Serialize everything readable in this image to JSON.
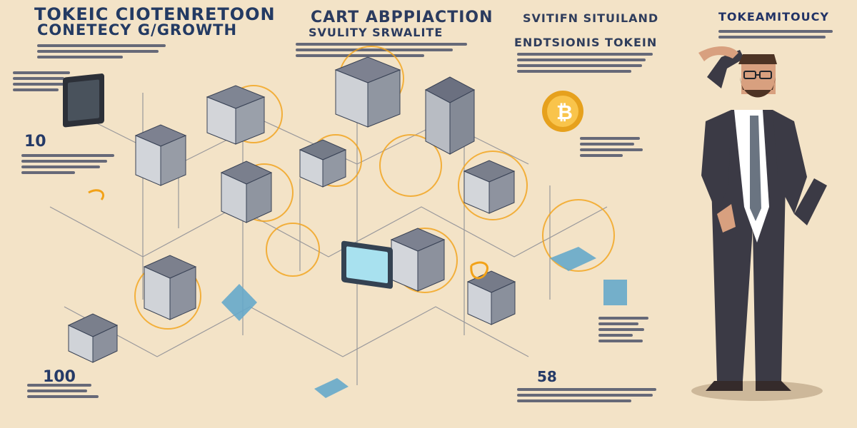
{
  "header": {
    "left_title_line1": "TOKEIC CIOTENRETOON",
    "left_title_line2": "CONETECY G/GROWTH",
    "center_title": "CART ABPPIACTION",
    "center_subtitle": "SVULITY SRWALITE",
    "right_title_line1": "SVITIFN SITUILAND",
    "right_title_line2": "ENDTSIONIS TOKEIN",
    "far_right_title": "TOKEAMITOUCY"
  },
  "numbers": {
    "left_top": "10",
    "left_bottom": "100",
    "right_bottom": "58"
  },
  "icons": {
    "bitcoin": "bitcoin-coin-icon",
    "monitor": "monitor-icon"
  },
  "colors": {
    "background": "#f3e3c7",
    "navy": "#233a63",
    "gold": "#f2a218",
    "blue": "#5e9bbd"
  }
}
